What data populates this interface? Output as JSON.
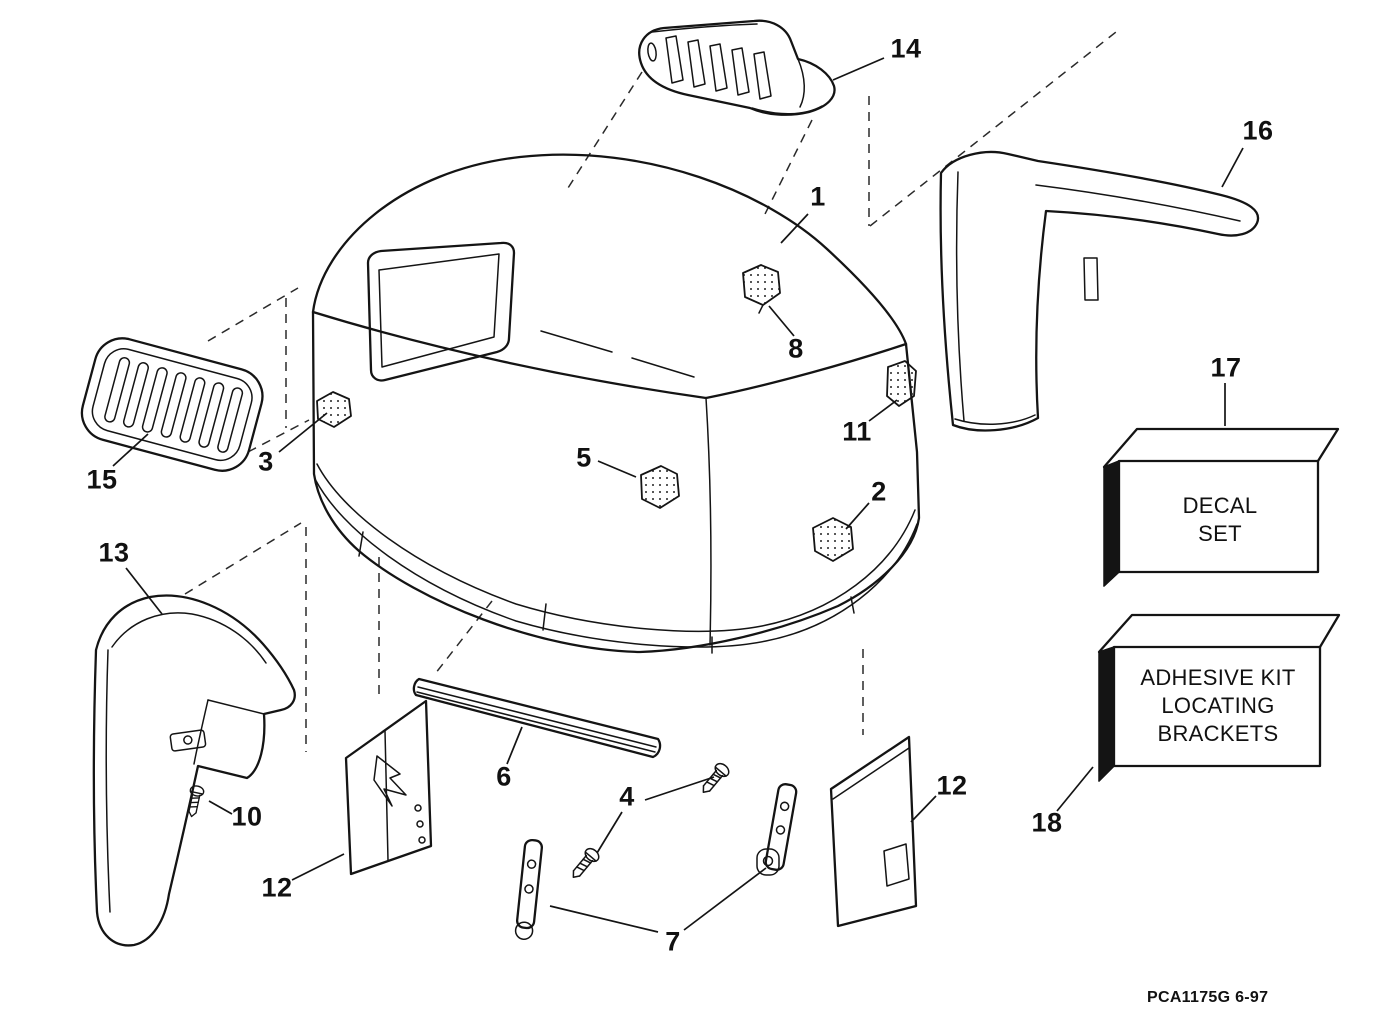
{
  "diagram": {
    "footer_code": "PCA1175G 6-97",
    "labels": [
      {
        "id": "label-14",
        "text": "14"
      },
      {
        "id": "label-16",
        "text": "16"
      },
      {
        "id": "label-1",
        "text": "1"
      },
      {
        "id": "label-8",
        "text": "8"
      },
      {
        "id": "label-11",
        "text": "11"
      },
      {
        "id": "label-17",
        "text": "17"
      },
      {
        "id": "label-15",
        "text": "15"
      },
      {
        "id": "label-3",
        "text": "3"
      },
      {
        "id": "label-5",
        "text": "5"
      },
      {
        "id": "label-2",
        "text": "2"
      },
      {
        "id": "label-13",
        "text": "13"
      },
      {
        "id": "label-6",
        "text": "6"
      },
      {
        "id": "label-10",
        "text": "10"
      },
      {
        "id": "label-4",
        "text": "4"
      },
      {
        "id": "label-12-left",
        "text": "12"
      },
      {
        "id": "label-12-right",
        "text": "12"
      },
      {
        "id": "label-7",
        "text": "7"
      },
      {
        "id": "label-18",
        "text": "18"
      }
    ],
    "decal_box": {
      "line1": "DECAL",
      "line2": "SET"
    },
    "adhesive_box": {
      "line1": "ADHESIVE KIT",
      "line2": "LOCATING",
      "line3": "BRACKETS"
    }
  }
}
